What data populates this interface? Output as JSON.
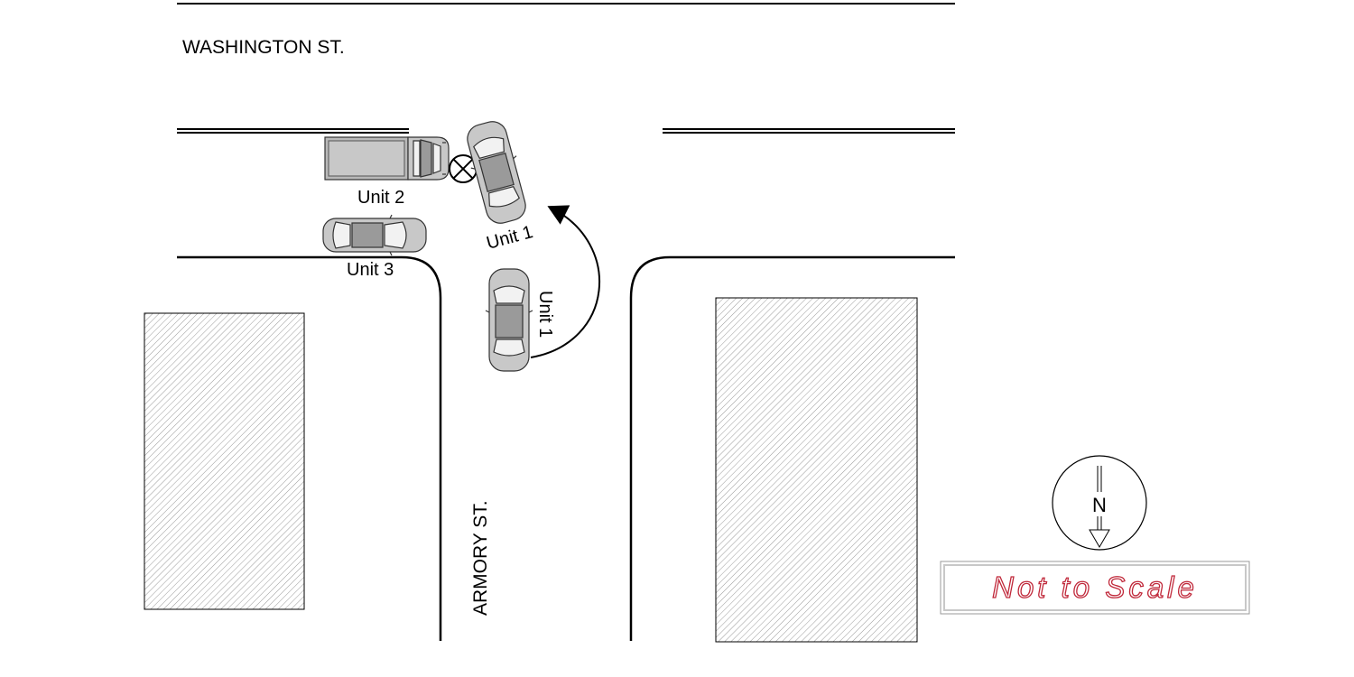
{
  "streets": {
    "horizontal": "WASHINGTON ST.",
    "vertical": "ARMORY ST."
  },
  "vehicles": {
    "unit_2": "Unit 2",
    "unit_1_final": "Unit 1",
    "unit_1_initial": "Unit 1",
    "unit_3": "Unit 3"
  },
  "compass": {
    "letter": "N"
  },
  "scale_note": "Not to Scale",
  "colors": {
    "vehicle_fill": "#c8c8c8",
    "vehicle_dark": "#8a8a8a",
    "glass": "#f2f2f2",
    "note_text": "#c0283a",
    "hatch": "#9a9a9a"
  }
}
